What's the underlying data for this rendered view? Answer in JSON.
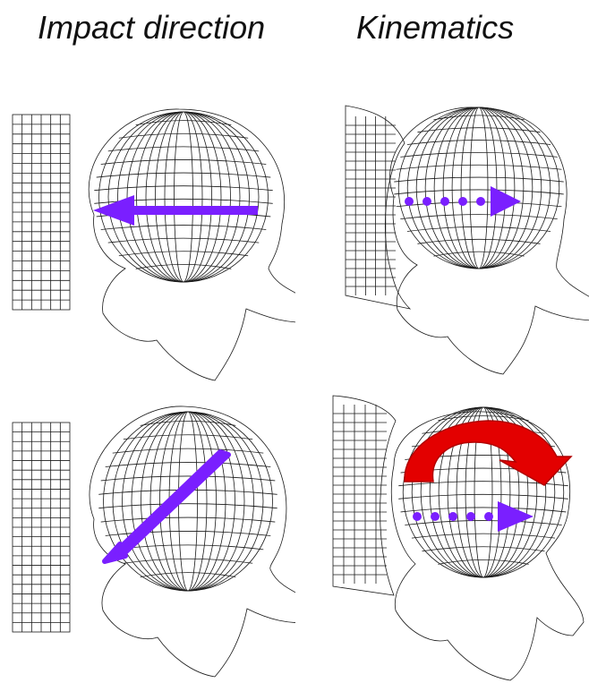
{
  "titles": {
    "impact_direction": "Impact direction",
    "kinematics": "Kinematics"
  },
  "colors": {
    "arrow_purple": "#7a1fff",
    "rotation_red": "#e30000",
    "mesh": "#1a1a1a"
  },
  "panels": {
    "top_left": {
      "arrow": "solid arrow pointing left",
      "impactor": "flat mesh plate"
    },
    "top_right": {
      "arrow": "dotted arrow pointing right",
      "impactor": "deformed mesh plate"
    },
    "bottom_left": {
      "arrow": "solid arrow pointing down-left",
      "impactor": "flat mesh plate"
    },
    "bottom_right": {
      "arrow": "dotted arrow pointing right",
      "rotation": "curved red arrow clockwise",
      "impactor": "deformed mesh plate"
    }
  },
  "icons": {
    "head_model": "head-mesh-icon",
    "impactor": "impactor-plate-icon"
  }
}
